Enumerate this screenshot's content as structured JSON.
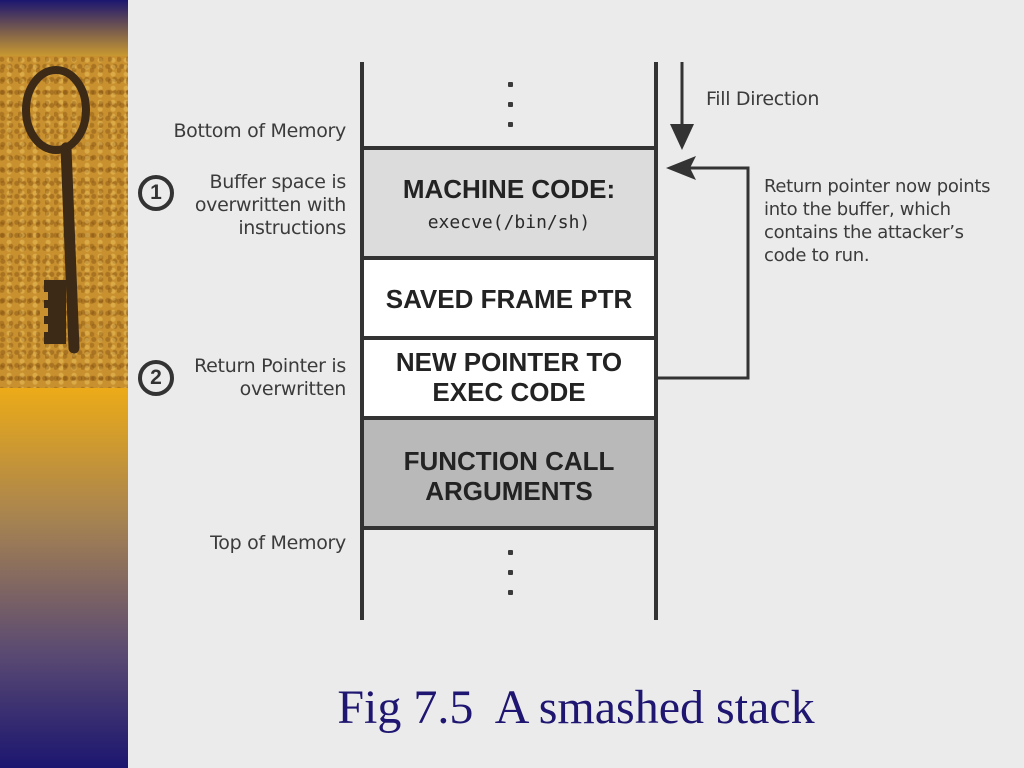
{
  "diagram": {
    "stack_blocks": [
      {
        "id": "machine-code",
        "line1": "MACHINE CODE:",
        "line2": "execve(/bin/sh)",
        "fill": "#dcdcdc"
      },
      {
        "id": "saved-frame",
        "line1": "SAVED FRAME PTR",
        "fill": "#ffffff"
      },
      {
        "id": "new-pointer",
        "line1": "NEW POINTER TO",
        "line2": "EXEC CODE",
        "fill": "#ffffff"
      },
      {
        "id": "function-args",
        "line1": "FUNCTION CALL",
        "line2": "ARGUMENTS",
        "fill": "#b9b9b9"
      }
    ],
    "left_labels": {
      "bottom_memory": "Bottom of Memory",
      "step1_line1": "Buffer space is",
      "step1_line2": "overwritten with",
      "step1_line3": "instructions",
      "step2_line1": "Return Pointer is",
      "step2_line2": "overwritten",
      "top_memory": "Top of Memory"
    },
    "step_numbers": [
      "1",
      "2"
    ],
    "fill_direction": "Fill Direction",
    "right_note": {
      "line1": "Return pointer now points",
      "line2": "into the buffer, which",
      "line3": "contains the attacker’s",
      "line4": "code to run."
    }
  },
  "caption": "Fig 7.5  A smashed stack",
  "colors": {
    "background": "#ebebeb",
    "caption": "#1e1670",
    "stroke": "#333333"
  },
  "icons": [
    "key-image"
  ]
}
